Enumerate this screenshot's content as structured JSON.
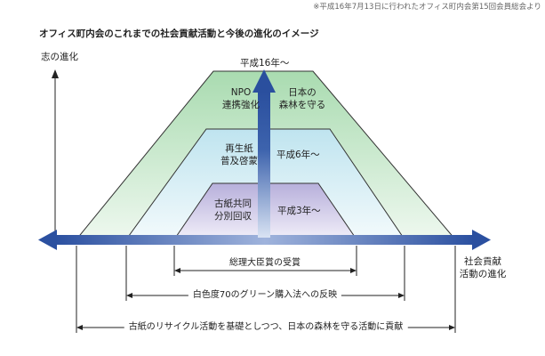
{
  "header": {
    "note": "※平成16年7月13日に行われたオフィス町内会第15回会員総会より",
    "title": "オフィス町内会のこれまでの社会貢献活動と今後の進化のイメージ"
  },
  "axes": {
    "y_label": "志の進化",
    "x_label_line1": "社会貢献",
    "x_label_line2": "活動の進化"
  },
  "stages": [
    {
      "period": "平成16年～",
      "left_line1": "NPO",
      "left_line2": "連携強化",
      "right_line1": "日本の",
      "right_line2": "森林を守る",
      "color": "#bfe3c0"
    },
    {
      "period": "平成6年～",
      "left_line1": "再生紙",
      "left_line2": "普及啓蒙",
      "color": "#cfe8ef"
    },
    {
      "period": "平成3年～",
      "left_line1": "古紙共同",
      "left_line2": "分別回収",
      "color": "#c9c3e3"
    }
  ],
  "ranges": [
    "総理大臣賞の受賞",
    "白色度70のグリーン購入法への反映",
    "古紙のリサイクル活動を基礎としつつ、日本の森林を守る活動に貢献"
  ],
  "colors": {
    "arrow": "#2f56a3",
    "outline": "#333333"
  }
}
